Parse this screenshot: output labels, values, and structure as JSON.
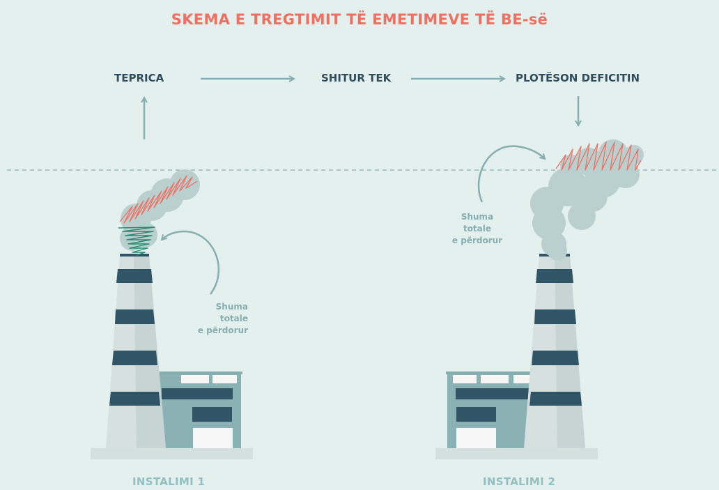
{
  "title": "SKEMA E TREGTIMIT TË EMETIMEVE TË BE-së",
  "flow": {
    "surplus": "TEPRICA",
    "sold_to": "SHITUR TEK",
    "covers_deficit": "PLOTËSON DEFICITIN"
  },
  "total_used_1": [
    "Shuma",
    "totale",
    "e përdorur"
  ],
  "total_used_2": [
    "Shuma",
    "totale",
    "e përdorur"
  ],
  "installation_1": "INSTALIMI 1",
  "installation_2": "INSTALIMI 2",
  "colors": {
    "background": "#e4f0ed",
    "title": "#ef6f62",
    "text_dark": "#2f4d5c",
    "arrow": "#86aeb0",
    "surplus_hatch": "#2e8a74",
    "emission_hatch": "#ef6f62",
    "smoke": "#b9d0cf"
  }
}
